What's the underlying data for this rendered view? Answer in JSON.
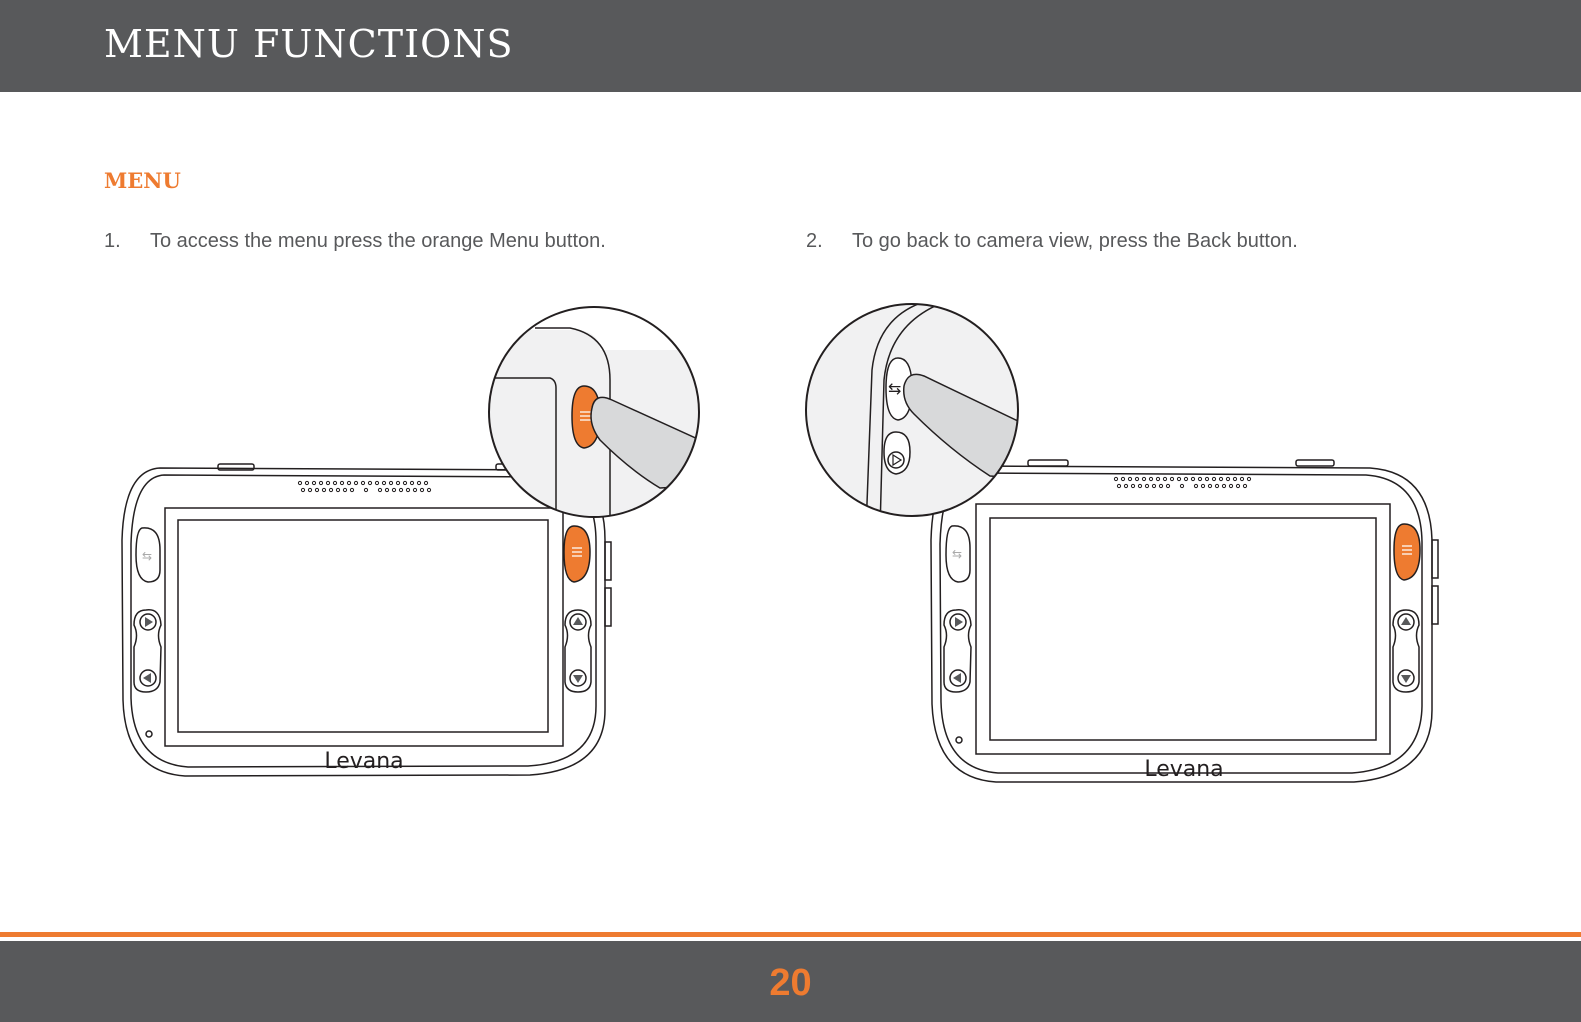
{
  "header": {
    "title": "MENU FUNCTIONS"
  },
  "section": {
    "title": "MENU"
  },
  "steps": [
    {
      "number": "1.",
      "text": "To access the menu press the orange Menu button."
    },
    {
      "number": "2.",
      "text": "To go back to camera view, press the Back button."
    }
  ],
  "illustrations": [
    {
      "brand": "Levana",
      "pressed_button": "menu"
    },
    {
      "brand": "Levana",
      "pressed_button": "back"
    }
  ],
  "footer": {
    "page_number": "20"
  },
  "colors": {
    "header_bg": "#58595b",
    "accent": "#ee7b30",
    "text": "#58595b"
  }
}
